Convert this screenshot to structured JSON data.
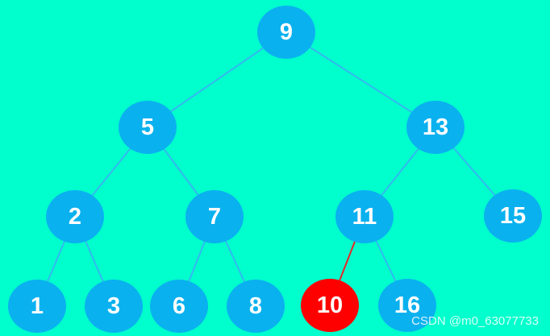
{
  "colors": {
    "background": "#00ffcc",
    "node_fill": "#0ab1ef",
    "edge": "#33b8f0",
    "highlight_fill": "#ff0000",
    "highlight_edge": "#e8262a",
    "label": "#ffffff"
  },
  "tree": {
    "nodes": [
      {
        "id": "n9",
        "label": "9",
        "highlight": false
      },
      {
        "id": "n5",
        "label": "5",
        "highlight": false
      },
      {
        "id": "n13",
        "label": "13",
        "highlight": false
      },
      {
        "id": "n2",
        "label": "2",
        "highlight": false
      },
      {
        "id": "n7",
        "label": "7",
        "highlight": false
      },
      {
        "id": "n11",
        "label": "11",
        "highlight": false
      },
      {
        "id": "n15",
        "label": "15",
        "highlight": false
      },
      {
        "id": "n1",
        "label": "1",
        "highlight": false
      },
      {
        "id": "n3",
        "label": "3",
        "highlight": false
      },
      {
        "id": "n6",
        "label": "6",
        "highlight": false
      },
      {
        "id": "n8",
        "label": "8",
        "highlight": false
      },
      {
        "id": "n10",
        "label": "10",
        "highlight": true
      },
      {
        "id": "n16",
        "label": "16",
        "highlight": false
      }
    ],
    "edges": [
      {
        "from": "n9",
        "to": "n5",
        "highlight": false
      },
      {
        "from": "n9",
        "to": "n13",
        "highlight": false
      },
      {
        "from": "n5",
        "to": "n2",
        "highlight": false
      },
      {
        "from": "n5",
        "to": "n7",
        "highlight": false
      },
      {
        "from": "n13",
        "to": "n11",
        "highlight": false
      },
      {
        "from": "n13",
        "to": "n15",
        "highlight": false
      },
      {
        "from": "n2",
        "to": "n1",
        "highlight": false
      },
      {
        "from": "n2",
        "to": "n3",
        "highlight": false
      },
      {
        "from": "n7",
        "to": "n6",
        "highlight": false
      },
      {
        "from": "n7",
        "to": "n8",
        "highlight": false
      },
      {
        "from": "n11",
        "to": "n10",
        "highlight": true
      },
      {
        "from": "n11",
        "to": "n16",
        "highlight": false
      }
    ]
  },
  "watermark": "CSDN @m0_63077733"
}
